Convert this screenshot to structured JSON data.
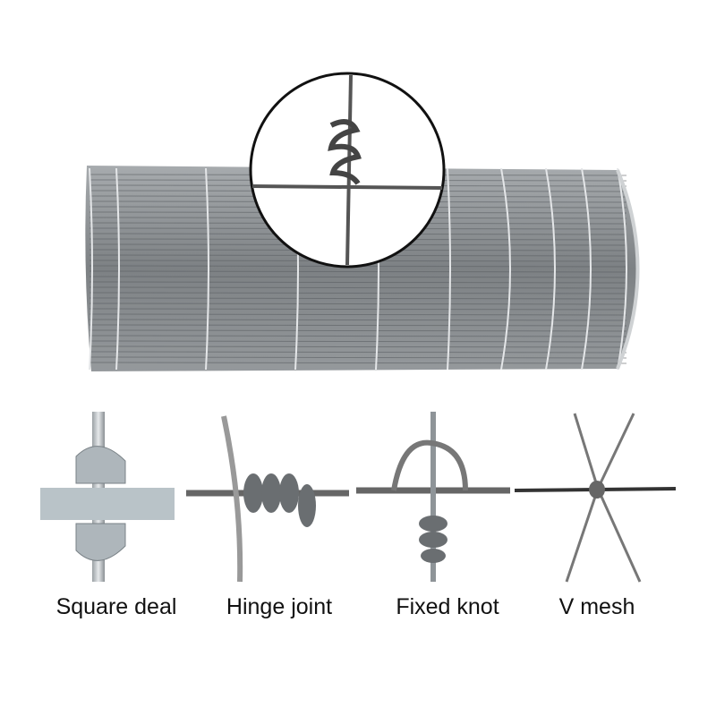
{
  "product": {
    "knot_types": [
      {
        "label": "Square deal"
      },
      {
        "label": "Hinge joint"
      },
      {
        "label": "Fixed knot"
      },
      {
        "label": "V mesh"
      }
    ]
  },
  "colors": {
    "wire": "#6b6f72",
    "wire_light": "#c9cccf",
    "background": "#ffffff"
  }
}
